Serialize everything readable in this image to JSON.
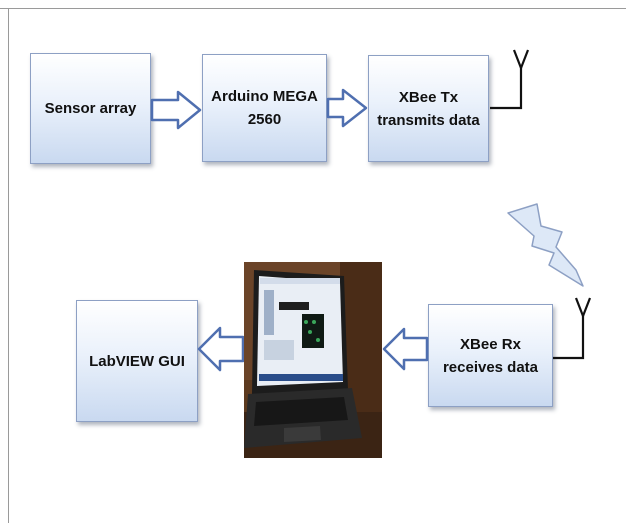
{
  "blocks": {
    "sensor": {
      "label": "Sensor array"
    },
    "arduino": {
      "line1": "Arduino MEGA",
      "line2": "2560"
    },
    "xbee_tx": {
      "line1": "XBee Tx",
      "line2": "transmits data"
    },
    "xbee_rx": {
      "line1": "XBee Rx",
      "line2": "receives data"
    },
    "labview": {
      "label": "LabVIEW GUI"
    }
  },
  "colors": {
    "box_border": "#8da0c4",
    "box_fill_top": "#ffffff",
    "box_fill_bottom": "#c9d9f0",
    "arrow_outline": "#4f6fb0",
    "lightning_fill": "#dde8f7",
    "lightning_stroke": "#8da0c4"
  },
  "icons": [
    "block-arrow-right-icon",
    "block-arrow-left-icon",
    "antenna-icon",
    "lightning-bolt-icon",
    "laptop-photo"
  ]
}
